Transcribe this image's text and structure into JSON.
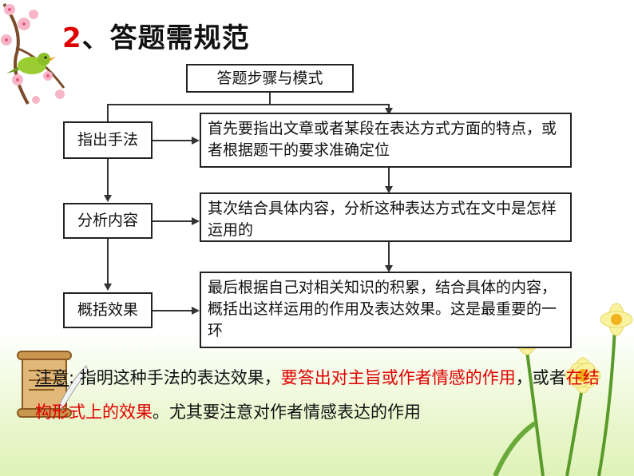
{
  "title": {
    "number": "2",
    "text": "、答题需规范"
  },
  "flow": {
    "top": "答题步骤与模式",
    "steps": [
      {
        "label": "指出手法",
        "desc": "首先要指出文章或者某段在表达方式方面的特点，或者根据题干的要求准确定位"
      },
      {
        "label": "分析内容",
        "desc": "其次结合具体内容，分析这种表达方式在文中是怎样运用的"
      },
      {
        "label": "概括效果",
        "desc": "最后根据自己对相关知识的积累，结合具体的内容，概括出这样运用的作用及表达效果。这是最重要的一环"
      }
    ]
  },
  "note": {
    "label": "注意",
    "colon": ":",
    "part1": " 指明这种手法的表达效果，",
    "red1": "要答出对主旨或作者情感的作用",
    "part2": "，或者",
    "red2": "在结构形式上的效果",
    "part3": "。尤其要注意对作者情感表达的作用"
  },
  "colors": {
    "accent_red": "#e00000",
    "text": "#111111",
    "border": "#222222"
  }
}
